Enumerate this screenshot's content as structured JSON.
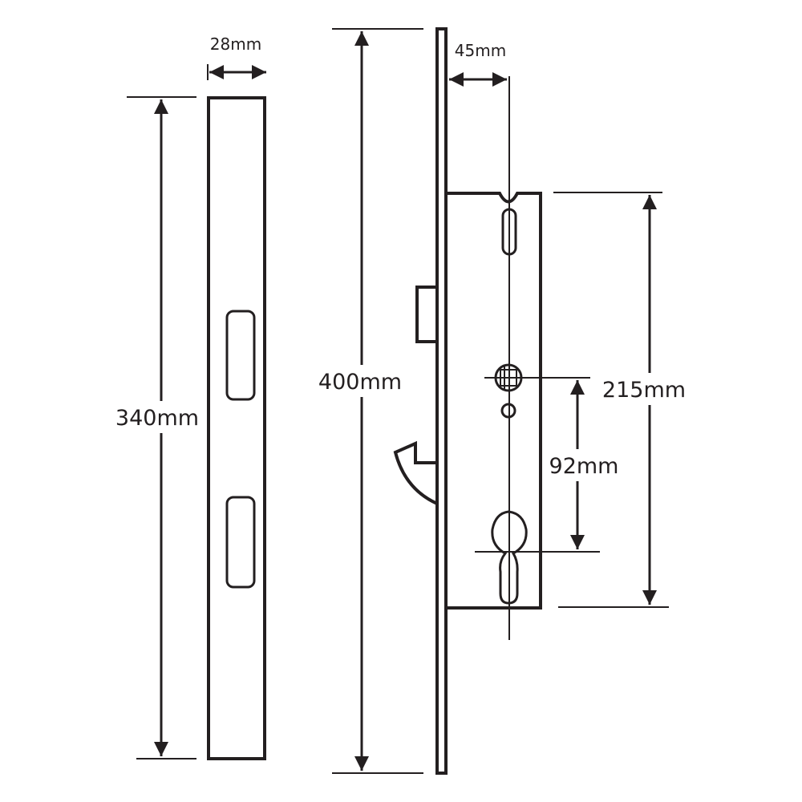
{
  "dimensions": {
    "keep_width": "28mm",
    "keep_height": "340mm",
    "faceplate_height": "400mm",
    "backset": "45mm",
    "case_height": "215mm",
    "centres": "92mm"
  },
  "colors": {
    "line": "#231f20",
    "background": "#ffffff"
  }
}
